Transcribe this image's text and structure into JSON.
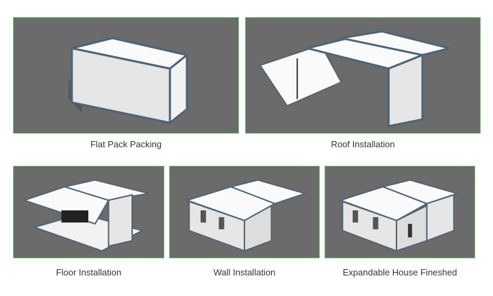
{
  "steps": [
    {
      "label": "Flat Pack Packing"
    },
    {
      "label": "Roof Installation"
    },
    {
      "label": "Floor Installation"
    },
    {
      "label": "Wall Installation"
    },
    {
      "label": "Expandable House Fineshed"
    }
  ],
  "colors": {
    "background": "#6b6b6b",
    "border": "#6fbf6a",
    "frame": "#4d6478",
    "panel": "#e8e8e8"
  }
}
